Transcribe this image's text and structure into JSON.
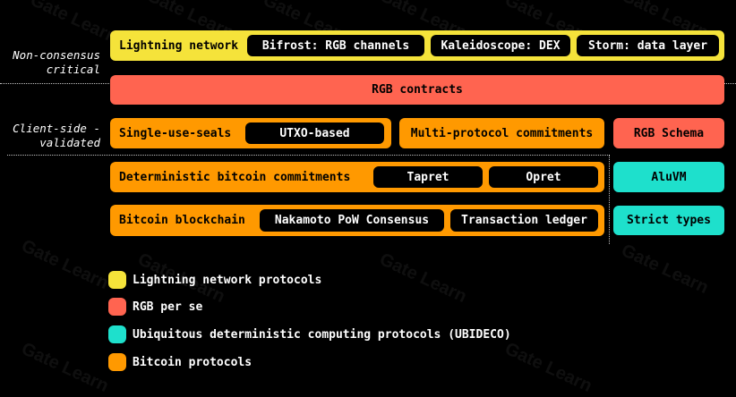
{
  "colors": {
    "yellow": "#f5e33a",
    "red": "#ff6450",
    "orange": "#ff9900",
    "teal": "#1ee0cc",
    "background": "#000000"
  },
  "watermark": "Gate Learn",
  "side_labels": {
    "non_consensus": "Non-consensus critical",
    "client_side": "Client-side -validated"
  },
  "layers": {
    "lightning": {
      "label": "Lightning network",
      "pills": [
        "Bifrost: RGB channels",
        "Kaleidoscope: DEX",
        "Storm: data layer"
      ]
    },
    "rgb_contracts": {
      "label": "RGB contracts"
    },
    "seals": {
      "label": "Single-use-seals",
      "pill": "UTXO-based"
    },
    "commitments": {
      "label": "Multi-protocol commitments"
    },
    "schema": {
      "label": "RGB Schema"
    },
    "deterministic": {
      "label": "Deterministic bitcoin commitments",
      "pills": [
        "Tapret",
        "Opret"
      ]
    },
    "aluvm": {
      "label": "AluVM"
    },
    "blockchain": {
      "label": "Bitcoin blockchain",
      "pills": [
        "Nakamoto PoW Consensus",
        "Transaction ledger"
      ]
    },
    "strict_types": {
      "label": "Strict types"
    }
  },
  "legend": [
    {
      "label": "Lightning network protocols",
      "color": "#f5e33a"
    },
    {
      "label": "RGB per se",
      "color": "#ff6450"
    },
    {
      "label": "Ubiquitous deterministic computing protocols (UBIDECO)",
      "color": "#1ee0cc"
    },
    {
      "label": "Bitcoin protocols",
      "color": "#ff9900"
    }
  ]
}
